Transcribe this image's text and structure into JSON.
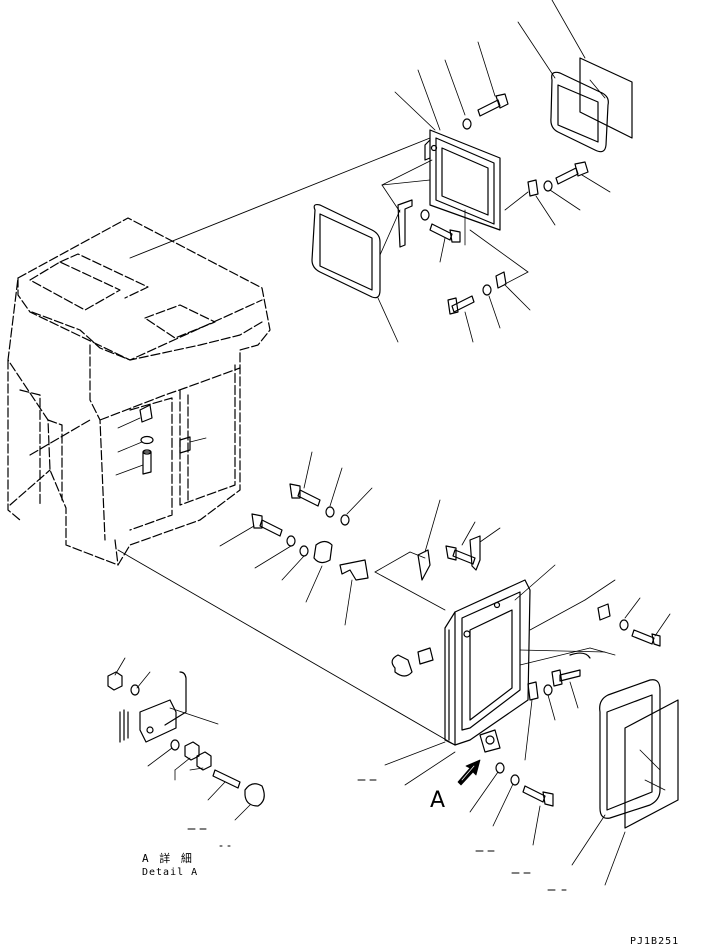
{
  "labels": {
    "view_marker": "A",
    "detail_jp": "A 詳 細",
    "detail_en": "Detail A",
    "drawing_code": "PJ1B251"
  },
  "icons": {
    "view_arrow": "view-direction-arrow-icon"
  },
  "colors": {
    "line": "#000000",
    "background": "#ffffff"
  }
}
